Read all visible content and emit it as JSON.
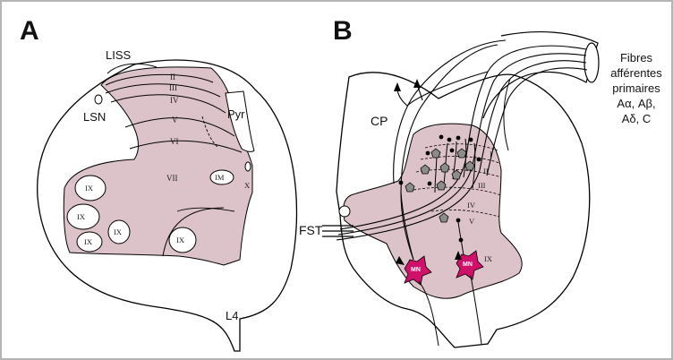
{
  "panel_a": {
    "letter": "A",
    "labels": {
      "liss": "LISS",
      "lsn": "LSN",
      "pyr": "Pyr",
      "l4": "L4",
      "im": "IM",
      "x": "X"
    },
    "laminae": [
      "II",
      "III",
      "IV",
      "V",
      "VI",
      "VII"
    ],
    "ix": [
      "IX",
      "IX",
      "IX",
      "IX",
      "IX"
    ]
  },
  "panel_b": {
    "letter": "B",
    "labels": {
      "cp": "CP",
      "fst": "FST",
      "mn": "MN",
      "ix": "IX"
    },
    "fibres": [
      "Fibres",
      "afférentes",
      "primaires",
      "Aα, Aβ,",
      "Aδ, C"
    ],
    "laminae": [
      "I",
      "II",
      "III",
      "IV",
      "V"
    ]
  },
  "colors": {
    "grey_matter": "#dcc3c9",
    "outline": "#000000",
    "motoneuron": "#d0106a",
    "interneuron": "#8c8c8c",
    "frame": "#b4b4b4"
  }
}
